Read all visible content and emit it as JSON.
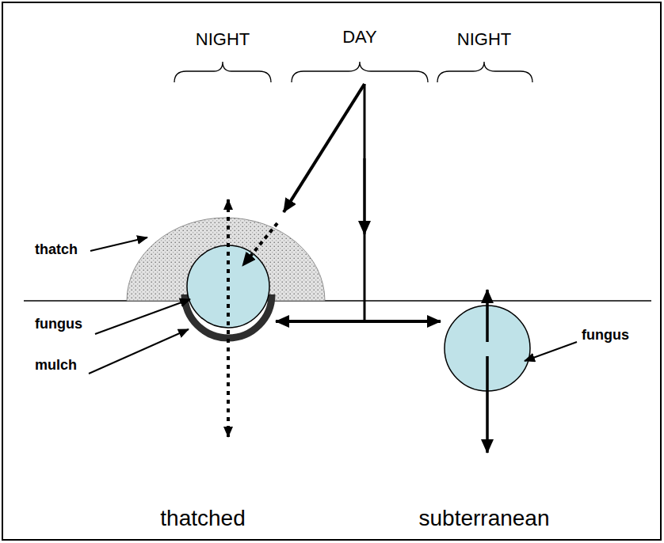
{
  "diagram": {
    "labels": [
      "NIGHT",
      "DAY",
      "NIGHT",
      "thatch",
      "fungus",
      "mulch",
      "fungus",
      "thatched",
      "subterranean"
    ]
  }
}
